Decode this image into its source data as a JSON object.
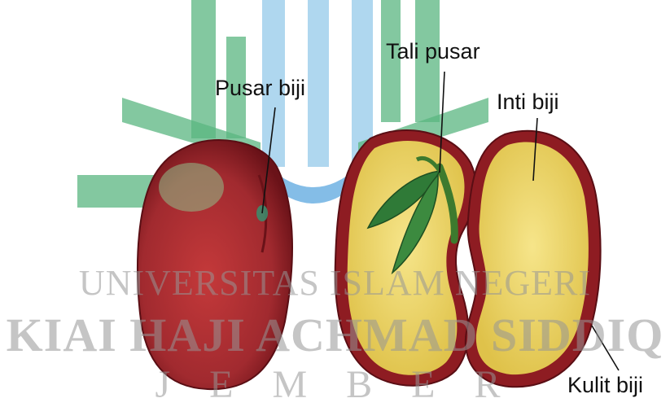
{
  "labels": {
    "pusar_biji": "Pusar biji",
    "tali_pusar": "Tali pusar",
    "inti_biji": "Inti biji",
    "kulit_biji": "Kulit biji"
  },
  "watermark": {
    "line1": "UNIVERSITAS ISLAM NEGERI",
    "line2": "KIAI HAJI ACHMAD SIDDIQ",
    "line3": "J E M B E R"
  },
  "colors": {
    "seed_coat": "#8e1c22",
    "cotyledon": "#ecd35c",
    "embryo_leaf": "#2f7a37",
    "watermark_green": "#1f9d5a",
    "watermark_blue": "#7bbde6"
  }
}
